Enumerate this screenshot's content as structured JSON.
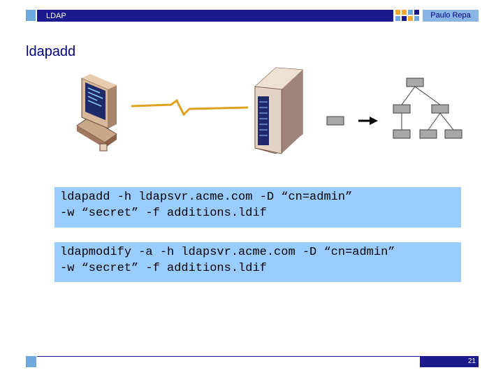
{
  "header": {
    "section": "LDAP",
    "author": "Paulo Repa"
  },
  "page_title": "ldapadd",
  "code_blocks": [
    {
      "lines": [
        "ldapadd -h ldapsvr.acme.com -D “cn=admin”",
        "-w “secret” -f additions.ldif"
      ]
    },
    {
      "lines": [
        "ldapmodify -a -h ldapsvr.acme.com -D “cn=admin”",
        "-w “secret” -f additions.ldif"
      ]
    }
  ],
  "footer": {
    "page_number": "21"
  },
  "colors": {
    "header_navy": "#1a1a8c",
    "accent_light_blue": "#8ab6e6",
    "code_background": "#99ccff",
    "accent_orange": "#f0a830",
    "title_navy": "#000080"
  },
  "icons": [
    "client-computer-icon",
    "network-link-icon",
    "server-icon",
    "entry-node-icon",
    "arrow-right-icon",
    "directory-tree-icon"
  ]
}
